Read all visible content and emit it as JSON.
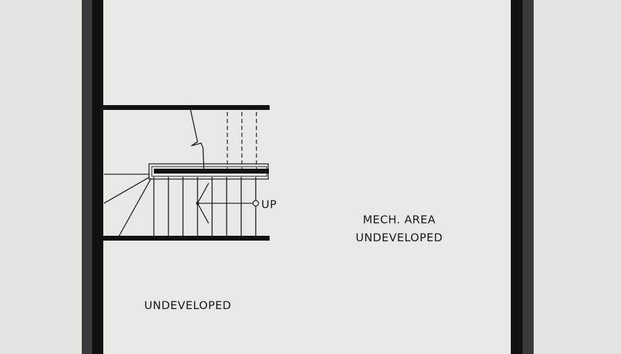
{
  "plan": {
    "rooms": [
      {
        "id": "mech",
        "lines": [
          "MECH. AREA",
          "UNDEVELOPED"
        ]
      },
      {
        "id": "undeveloped",
        "lines": [
          "UNDEVELOPED"
        ]
      }
    ],
    "stair": {
      "direction_label": "UP"
    }
  },
  "colors": {
    "background": "#e4e4e2",
    "wall": "#111111",
    "wall_outer": "#2a2a2a"
  }
}
